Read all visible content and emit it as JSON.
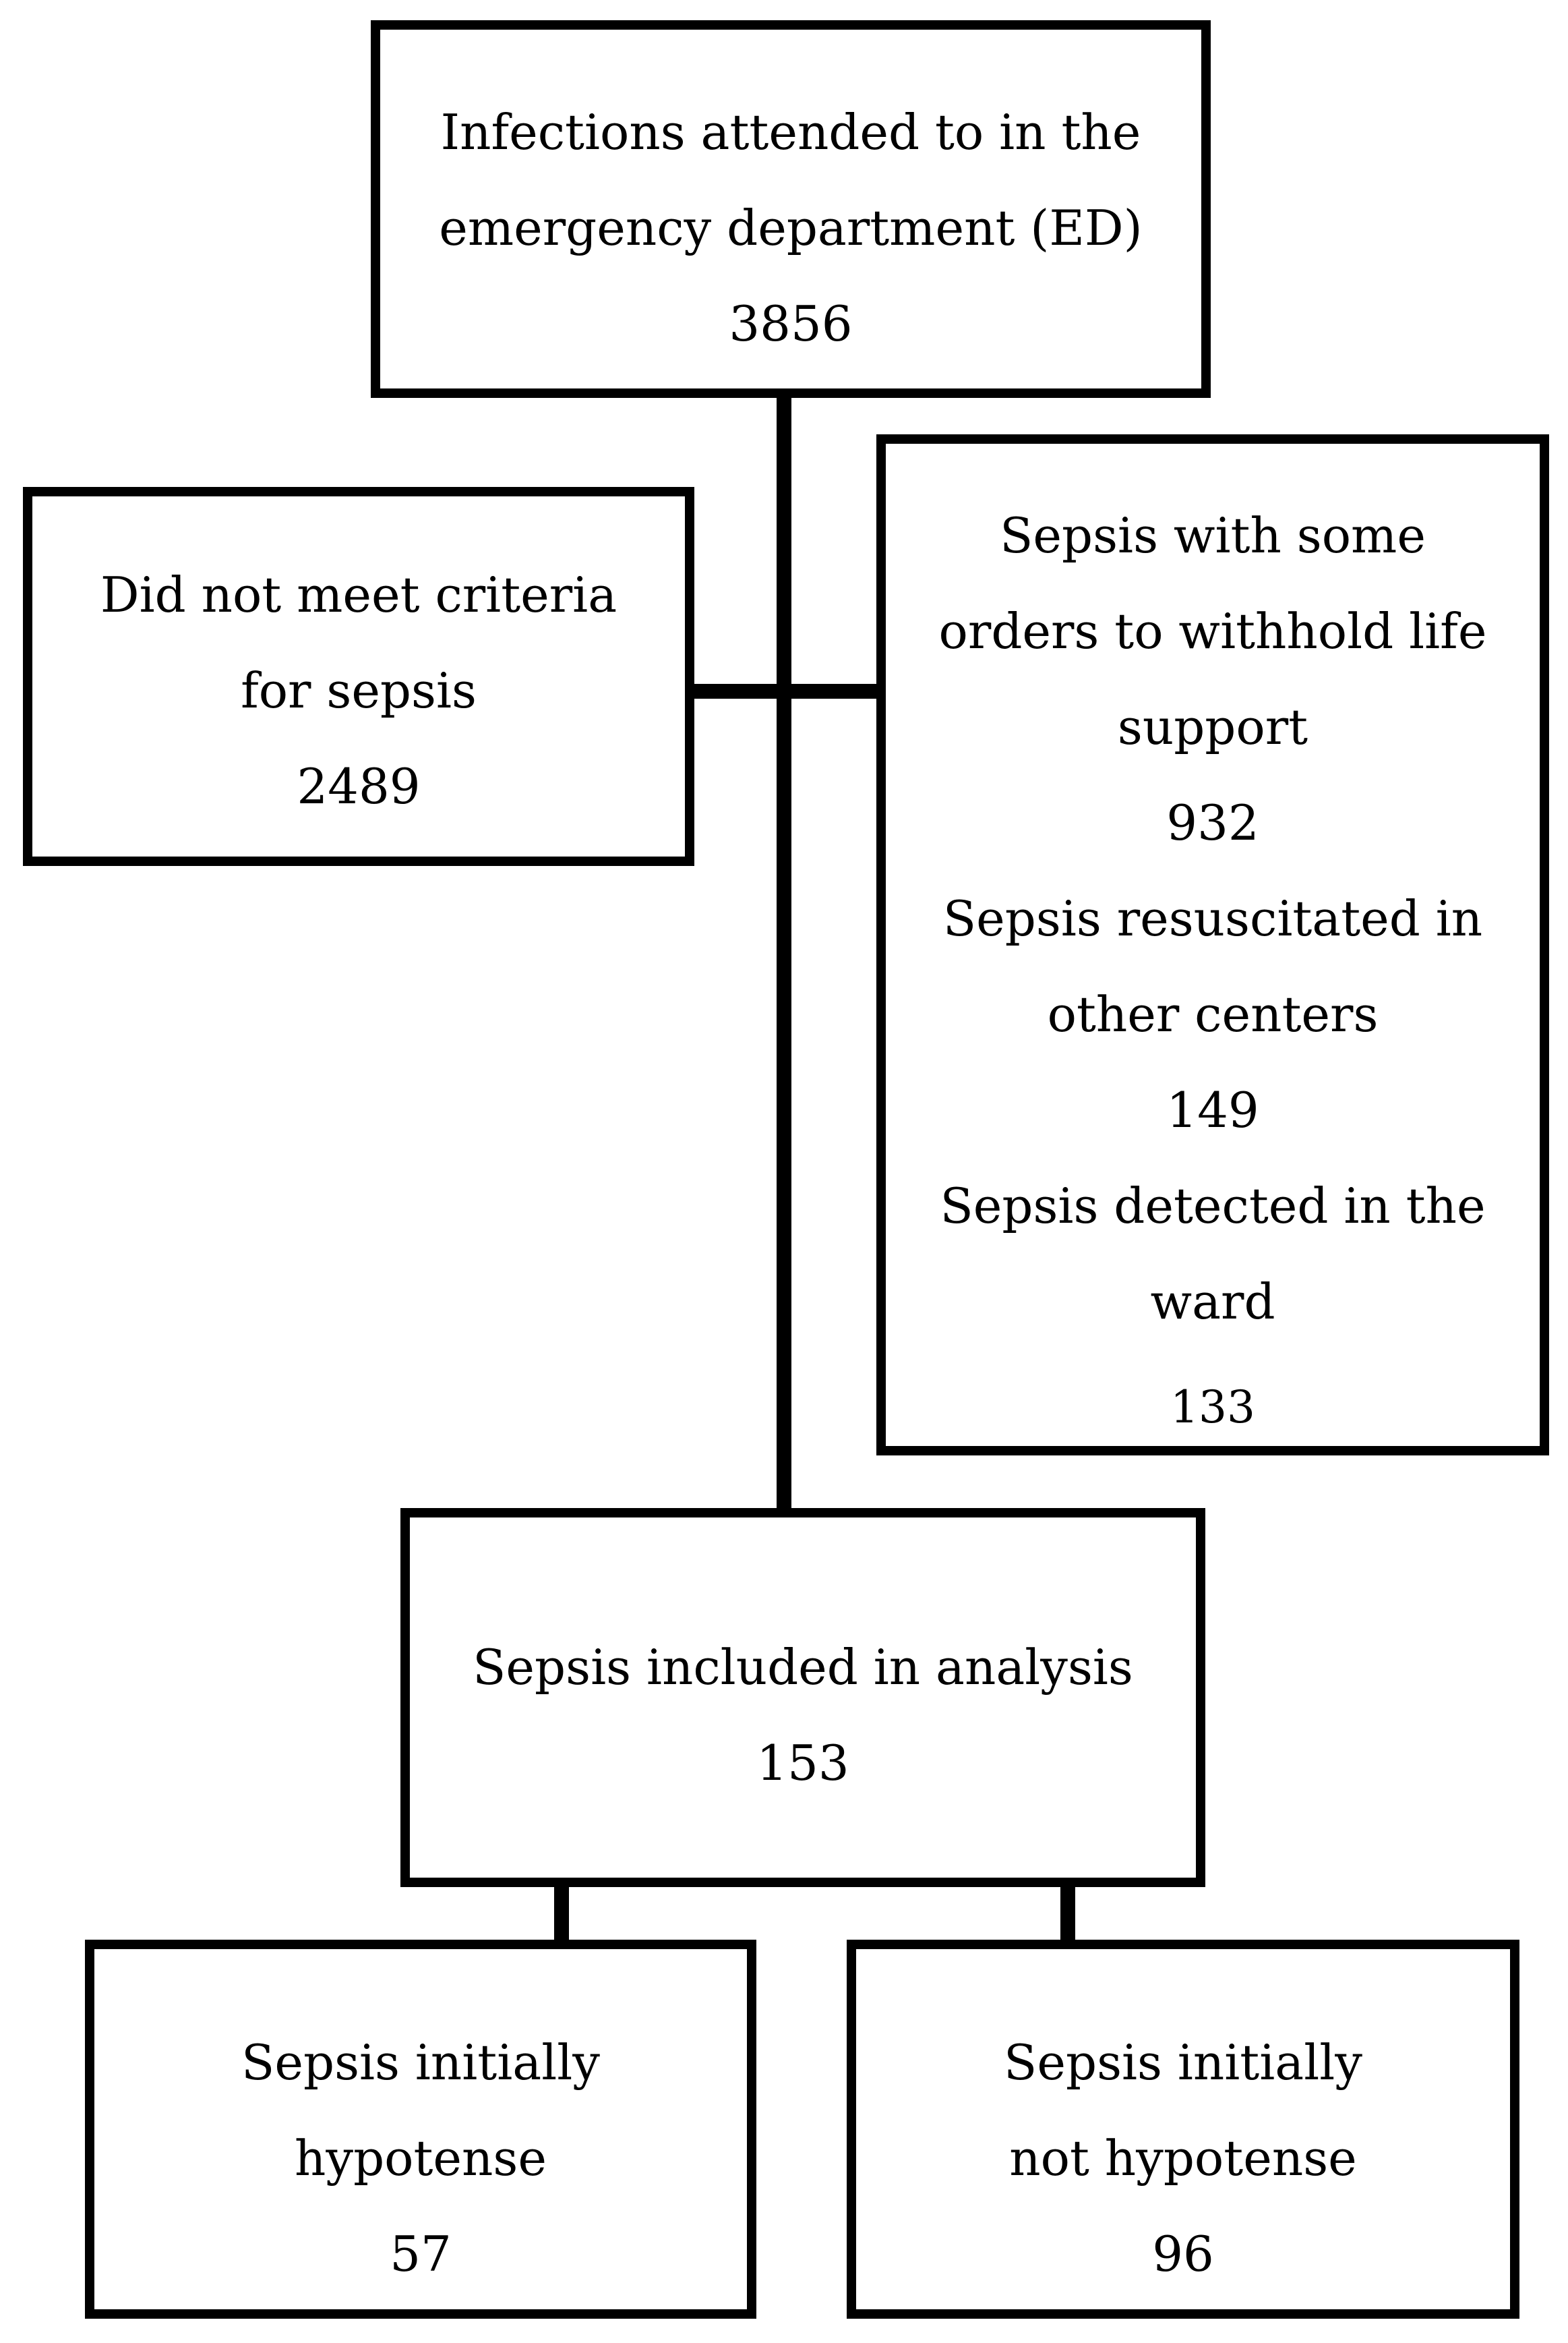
{
  "top_box": {
    "line1": "Infections attended to in the",
    "line2": "emergency department (ED)",
    "count": "3856"
  },
  "excluded_left": {
    "line1": "Did not meet criteria",
    "line2": "for sepsis",
    "count": "2489"
  },
  "excluded_right": {
    "group1": {
      "line1": "Sepsis with some",
      "line2": "orders to withhold life",
      "line3": "support",
      "count": "932"
    },
    "group2": {
      "line1": "Sepsis resuscitated in",
      "line2": "other centers",
      "count": "149"
    },
    "group3": {
      "line1": "Sepsis detected in the",
      "line2": "ward",
      "count": "133"
    }
  },
  "included_box": {
    "line1": "Sepsis included in analysis",
    "count": "153"
  },
  "hypotense_box": {
    "line1": "Sepsis initially",
    "line2": "hypotense",
    "count": "57"
  },
  "not_hypotense_box": {
    "line1": "Sepsis initially",
    "line2": "not hypotense",
    "count": "96"
  }
}
